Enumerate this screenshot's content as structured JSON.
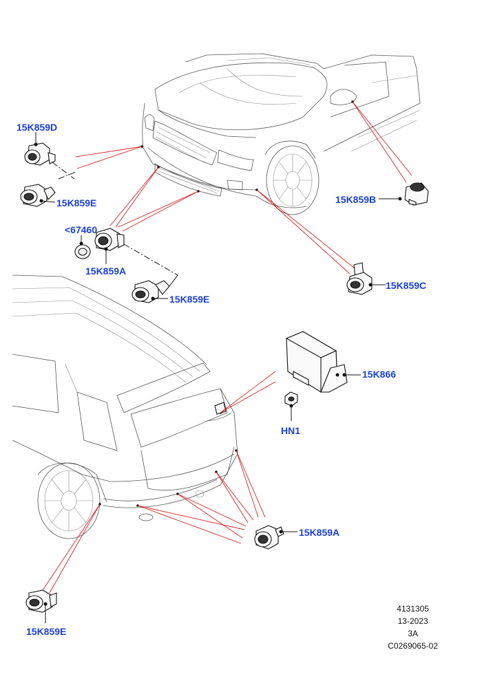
{
  "callouts": {
    "sensor_front_outer_left": "15K859D",
    "sensor_front_inner_e": "15K859E",
    "sensor_front_right_b": "15K859B",
    "retainer": "<67460",
    "sensor_front_a": "15K859A",
    "sensor_front_e2": "15K859E",
    "sensor_front_right_c": "15K859C",
    "control_module": "15K866",
    "nut": "HN1",
    "sensor_rear_a": "15K859A",
    "sensor_rear_e": "15K859E"
  },
  "footer": {
    "line1": "4131305",
    "line2": "13-2023",
    "line3": "3A",
    "line4": "C0269065-02"
  },
  "colors": {
    "callout": "#1a3fd8",
    "leader_red": "#d42020"
  }
}
